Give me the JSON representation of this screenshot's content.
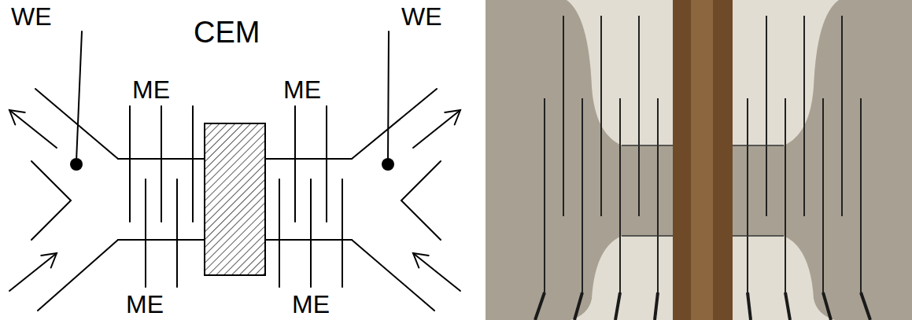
{
  "diagram": {
    "labels": [
      "WE",
      "CEM",
      "WE",
      "ME",
      "ME",
      "ME",
      "ME"
    ]
  }
}
